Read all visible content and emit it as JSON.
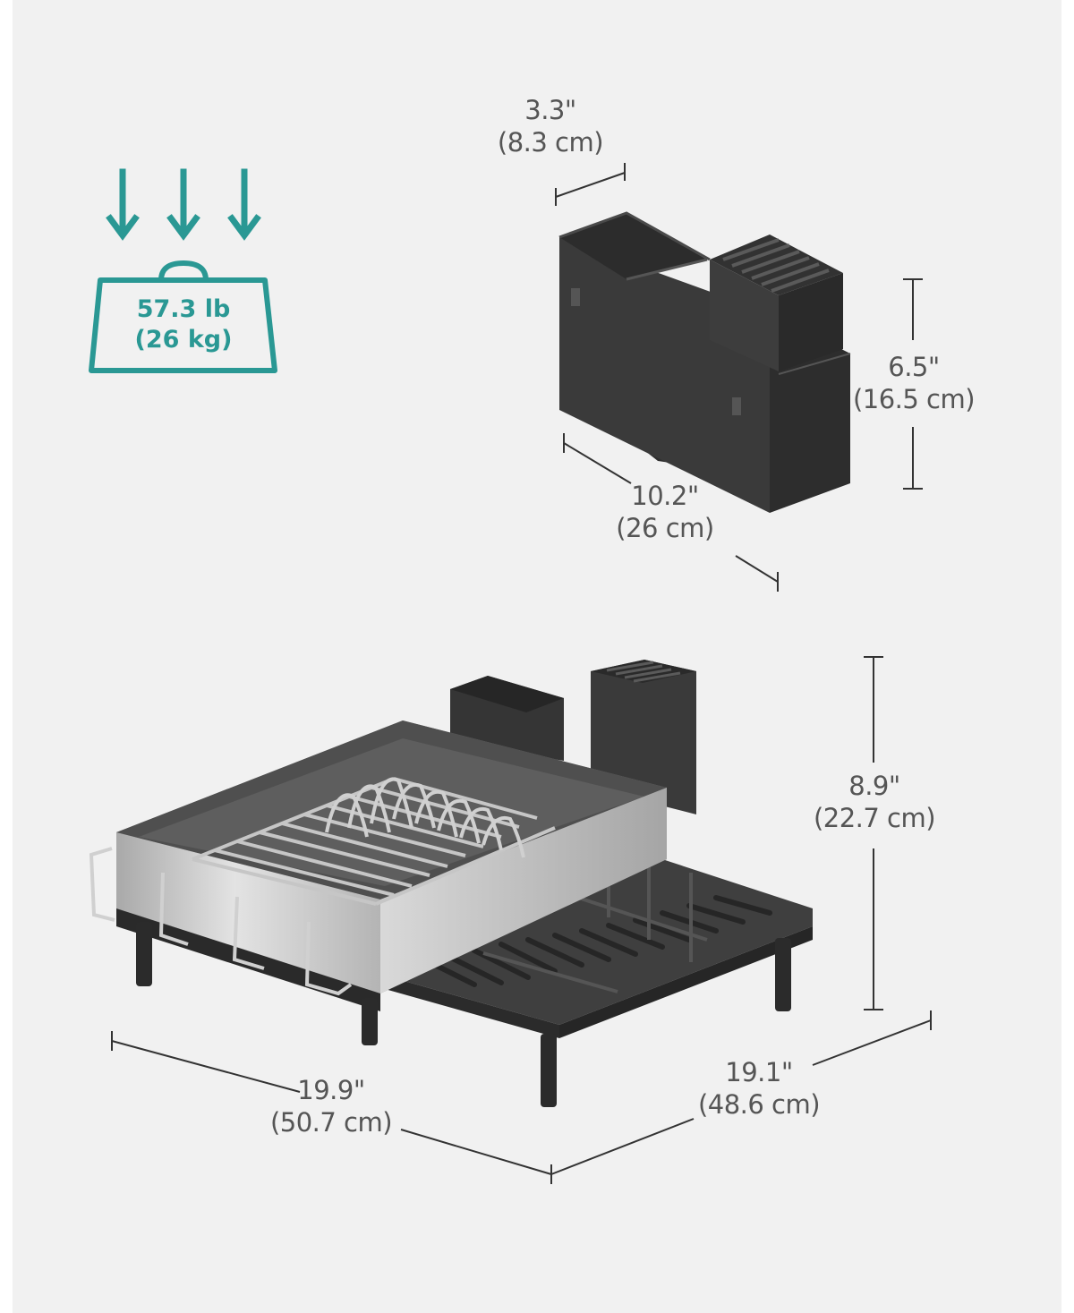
{
  "colors": {
    "card_background": "#f1f1f1",
    "weight_accent": "#2a9894",
    "dimension_text": "#555555",
    "product_dark": "#3b3b3b",
    "product_steel": "#c9c9c9"
  },
  "load_capacity": {
    "icon": "weight-icon",
    "arrow_icon": "down-arrow-icon",
    "arrow_count": 3,
    "imperial": "57.3 lb",
    "metric": "(26 kg)"
  },
  "utensil_holder": {
    "width": {
      "imperial": "3.3\"",
      "metric": "(8.3 cm)"
    },
    "height": {
      "imperial": "6.5\"",
      "metric": "(16.5 cm)"
    },
    "length": {
      "imperial": "10.2\"",
      "metric": "(26 cm)"
    }
  },
  "dish_rack": {
    "height": {
      "imperial": "8.9\"",
      "metric": "(22.7 cm)"
    },
    "width": {
      "imperial": "19.9\"",
      "metric": "(50.7 cm)"
    },
    "depth": {
      "imperial": "19.1\"",
      "metric": "(48.6 cm)"
    }
  }
}
